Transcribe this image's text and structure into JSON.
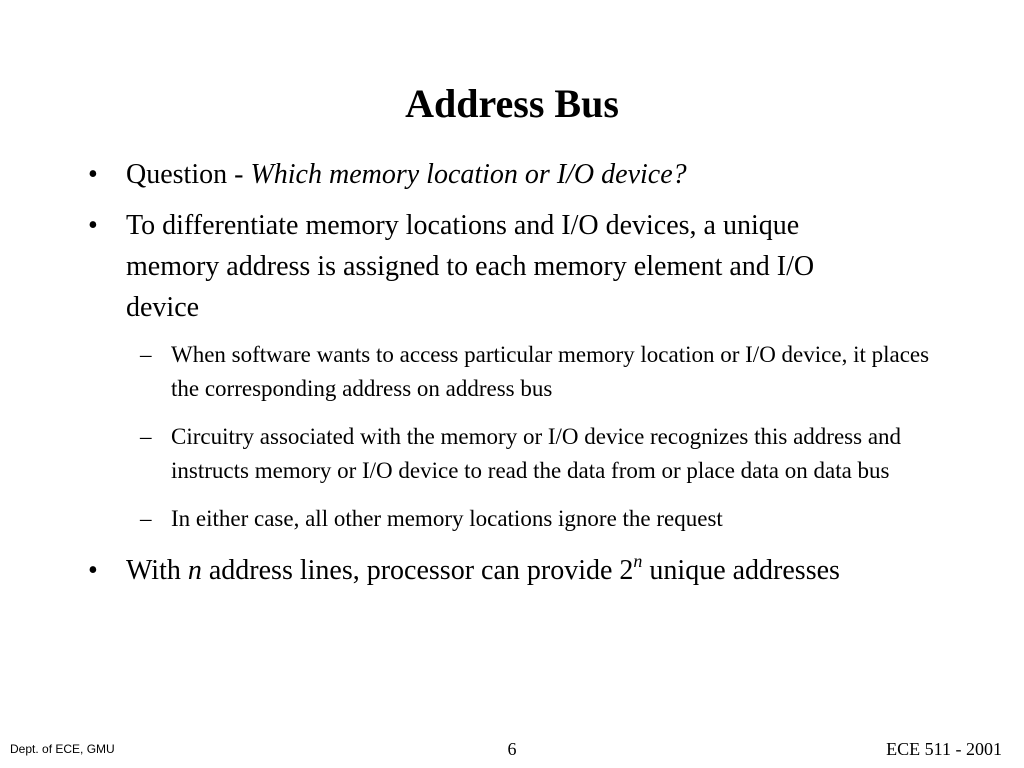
{
  "slide": {
    "title": "Address Bus",
    "bullet_marker": "•",
    "dash_marker": "–",
    "bullets": [
      {
        "prefix": "Question - ",
        "emph": "Which memory location or I/O device?"
      },
      {
        "text": "To differentiate memory locations and I/O devices, a unique memory address is assigned to each memory element and I/O device"
      },
      {
        "pre": "With ",
        "var": "n",
        "mid": " address lines, processor can provide 2",
        "sup": "n",
        "post": " unique addresses"
      }
    ],
    "subbullets": [
      "When software wants to access particular memory location or I/O device, it places the corresponding address on address bus",
      "Circuitry associated with the memory or I/O device recognizes this address and instructs memory or I/O device to read the data from or place data on data bus",
      "In either case, all other memory locations ignore the request"
    ]
  },
  "footer": {
    "left": "Dept. of ECE, GMU",
    "page_number": "6",
    "right": "ECE 511 - 2001"
  }
}
